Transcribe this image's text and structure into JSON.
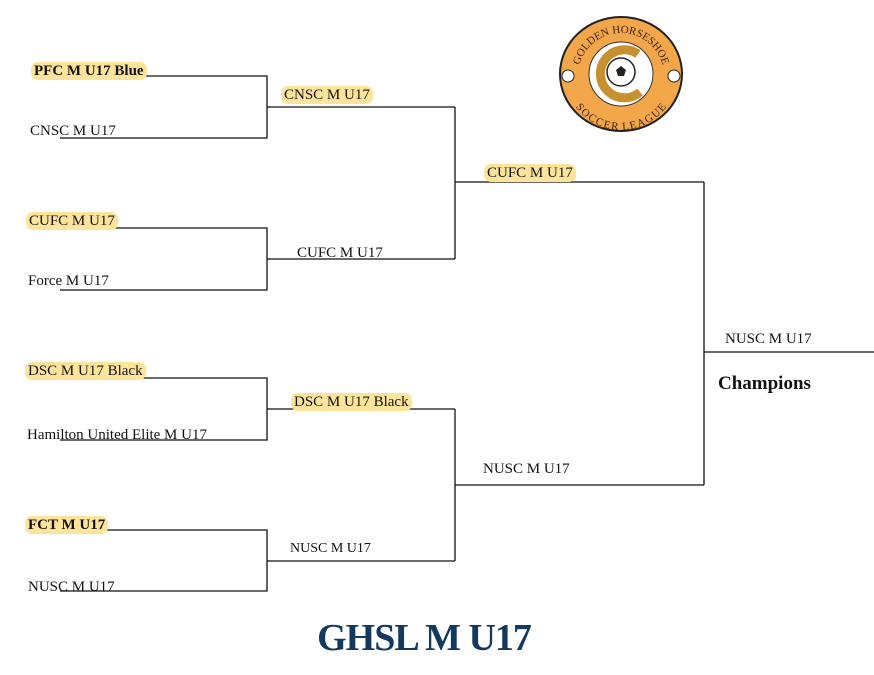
{
  "title": "GHSL M U17",
  "champions_label": "Champions",
  "logo": {
    "text_top": "GOLDEN HORSESHOE",
    "text_bottom": "SOCCER LEAGUE",
    "color": "#f4a64a"
  },
  "highlight_color": "#fde49a",
  "round1": [
    {
      "name": "PFC M U17 Blue",
      "winner": true
    },
    {
      "name": "CNSC M U17",
      "winner": false
    },
    {
      "name": "CUFC M U17",
      "winner": true
    },
    {
      "name": "Force  M U17",
      "winner": false
    },
    {
      "name": "DSC M U17 Black",
      "winner": true
    },
    {
      "name": "Hamilton United Elite M U17",
      "winner": false
    },
    {
      "name": "FCT M U17",
      "winner": true
    },
    {
      "name": "NUSC M U17",
      "winner": false
    }
  ],
  "round2": [
    {
      "name": "CNSC M U17",
      "winner": true
    },
    {
      "name": "CUFC M U17",
      "winner": false
    },
    {
      "name": "DSC M U17 Black",
      "winner": true
    },
    {
      "name": "NUSC M U17",
      "winner": false
    }
  ],
  "round3": [
    {
      "name": "CUFC M U17",
      "winner": true
    },
    {
      "name": "NUSC M U17",
      "winner": false
    }
  ],
  "final": {
    "name": "NUSC M U17"
  }
}
